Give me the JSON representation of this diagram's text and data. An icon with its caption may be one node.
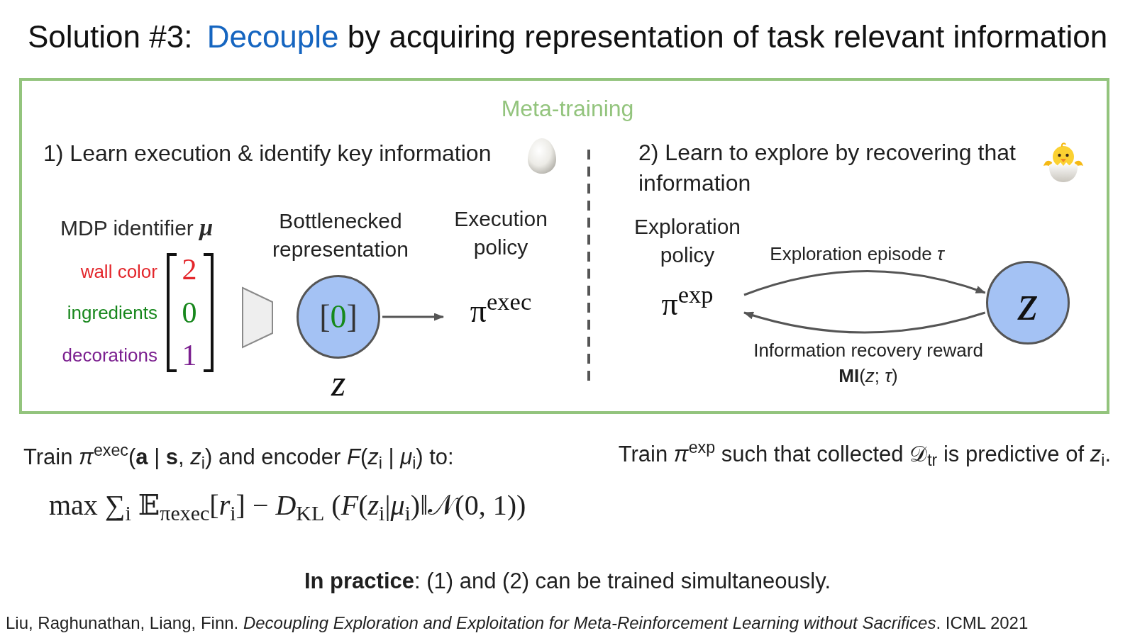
{
  "diagram": {
    "title": "Solution #3: Decouple by acquiring representation of task relevant information",
    "nodes": [
      {
        "text": [
          "Meta-training"
        ]
      },
      {
        "text": [],
        "shape": "trapezoid",
        "in": 0
      },
      {
        "text": [
          "Bottlenecked representation",
          "[0]"
        ],
        "beside": [
          "z"
        ],
        "in": 0
      },
      {
        "text": [
          "Execution policy",
          "π$^{exec}$"
        ],
        "in": 0
      },
      {
        "text": [
          "Exploration policy",
          "π$^{exp}$"
        ],
        "in": 0
      },
      {
        "text": [
          "z"
        ],
        "in": 0
      }
    ],
    "edges": [
      {
        "from": 2,
        "to": 3,
        "arrow": "to"
      },
      {
        "from": 4,
        "to": 5,
        "arrow": "to",
        "label": "Exploration episode *τ*"
      },
      {
        "from": 5,
        "to": 4,
        "arrow": "to",
        "label": "Information recovery reward **MI**(*z*; *τ*)"
      }
    ],
    "labels": [
      "1) Learn execution & identify key information",
      "2) Learn to explore by recovering that information",
      "MDP identifier **μ**",
      "wall color",
      "2",
      "ingredients",
      "0",
      "decorations",
      "1",
      "Train *π*$^{exec}$(**a** | **s**, *z*$_{i}$) and encoder *F*(*z*$_{i}$ | *μ*$_{i}$) to:",
      "Train *π*$^{exp}$ such that collected 𝒟$_{tr}$ is predictive of *z*$_{i}$.",
      "max ∑$_{i}$ 𝔼$_{πexec}$[*r*$_{i}$] − *D*$_{KL}$ (*F*(*z*$_{i}$|*μ*$_{i}$)‖𝒩(0, 1))",
      "**In practice**: (1) and (2) can be trained simultaneously.",
      "Liu, Raghunathan, Liang, Finn. *Decoupling Exploration and Exploitation for Meta-Reinforcement Learning without Sacrifices*. ICML 2021"
    ]
  }
}
